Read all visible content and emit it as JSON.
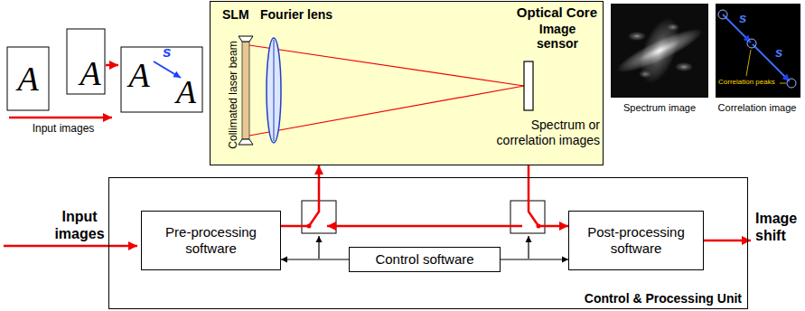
{
  "diagram": {
    "nodes": [
      {
        "text": [
          "Optical Core"
        ]
      },
      {
        "text": [
          "Control & Processing Unit"
        ]
      },
      {
        "text": [
          "Pre-processing software"
        ],
        "in": 1
      },
      {
        "text": [
          "Control software"
        ],
        "in": 1
      },
      {
        "text": [
          "Post-processing software"
        ],
        "in": 1
      }
    ],
    "edges": [
      {
        "from": 2,
        "to": 0,
        "arrow": "to"
      },
      {
        "from": 0,
        "to": 4,
        "arrow": "to"
      },
      {
        "from": 3,
        "to": 2,
        "arrow": "to"
      },
      {
        "from": 3,
        "to": 4,
        "arrow": "to"
      }
    ],
    "labels": [
      "A",
      "A",
      "Input images",
      "A",
      "A",
      "s",
      "SLM",
      "Fourier lens",
      "Collimated laser beam",
      "Image sensor",
      "Spectrum or correlation images",
      "Spectrum image",
      "s",
      "s",
      "Correlation peaks",
      "Correlation image",
      "Input images",
      "Image shift"
    ]
  }
}
